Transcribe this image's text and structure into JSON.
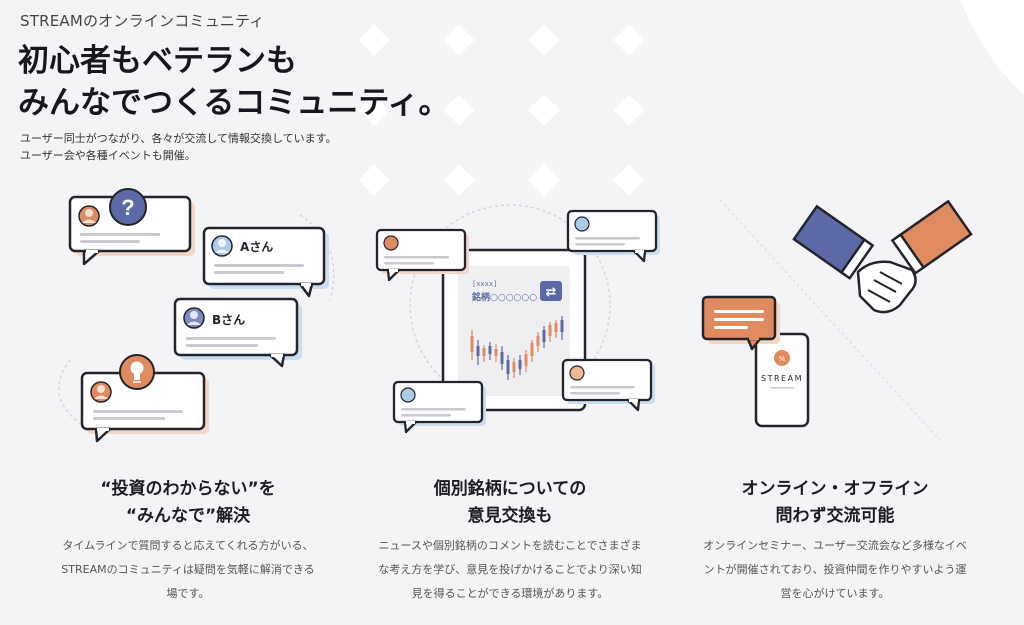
{
  "hero": {
    "eyebrow": "STREAMのオンラインコミュニティ",
    "title_line1": "初心者もベテランも",
    "title_line2": "みんなでつくるコミュニティ。",
    "desc_line1": "ユーザー同士がつながり、各々が交流して情報交換しています。",
    "desc_line2": "ユーザー会や各種イベントも開催。"
  },
  "illustration": {
    "user_a": "Aさん",
    "user_b": "Bさん",
    "question_mark": "?",
    "stock_code": "[xxxx]",
    "stock_name": "銘柄○○○○○○",
    "swap_symbol": "⇄",
    "phone_logo": "STREAM",
    "icons": [
      "question-icon",
      "lightbulb-icon",
      "swap-icon",
      "handshake-icon"
    ]
  },
  "features": [
    {
      "title_line1": "“投資のわからない”を",
      "title_line2": "“みんなで”解決",
      "desc_line1": "タイムラインで質問すると応えてくれる方がいる、",
      "desc_line2": "STREAMのコミュニティは疑問を気軽に解消できる",
      "desc_line3": "場です。"
    },
    {
      "title_line1": "個別銘柄についての",
      "title_line2": "意見交換も",
      "desc_line1": "ニュースや個別銘柄のコメントを読むことでさまざま",
      "desc_line2": "な考え方を学び、意見を投げかけることでより深い知",
      "desc_line3": "見を得ることができる環境があります。"
    },
    {
      "title_line1": "オンライン・オフライン",
      "title_line2": "問わず交流可能",
      "desc_line1": "オンラインセミナー、ユーザー交流会など多様なイベ",
      "desc_line2": "ントが開催されており、投資仲間を作りやすいよう運",
      "desc_line3": "営を心がけています。"
    }
  ],
  "colors": {
    "background": "#f4f4f6",
    "accent_orange": "#e08a5f",
    "accent_blue": "#5b6aa6",
    "light_blue": "#c9def2",
    "peach": "#f3d6c6",
    "outline": "#24242c"
  }
}
